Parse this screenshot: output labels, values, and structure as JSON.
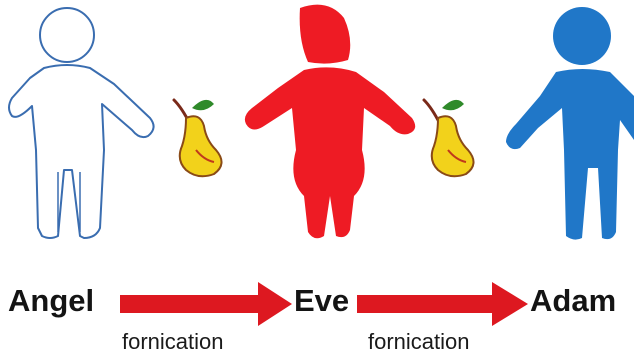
{
  "figures": [
    {
      "name": "Angel",
      "color": "#ffffff",
      "outline": "#3a6db0"
    },
    {
      "name": "Eve",
      "color": "#ee1b24"
    },
    {
      "name": "Adam",
      "color": "#2077c8"
    }
  ],
  "edges": [
    {
      "from": "Angel",
      "to": "Eve",
      "label": "fornication",
      "arrow_color": "#dd1820"
    },
    {
      "from": "Eve",
      "to": "Adam",
      "label": "fornication",
      "arrow_color": "#dd1820"
    }
  ],
  "icons": [
    "pear-icon",
    "pear-icon"
  ],
  "colors": {
    "pear": "#f2d21b",
    "leaf": "#2f8a2a",
    "stem": "#7a2a1a"
  }
}
